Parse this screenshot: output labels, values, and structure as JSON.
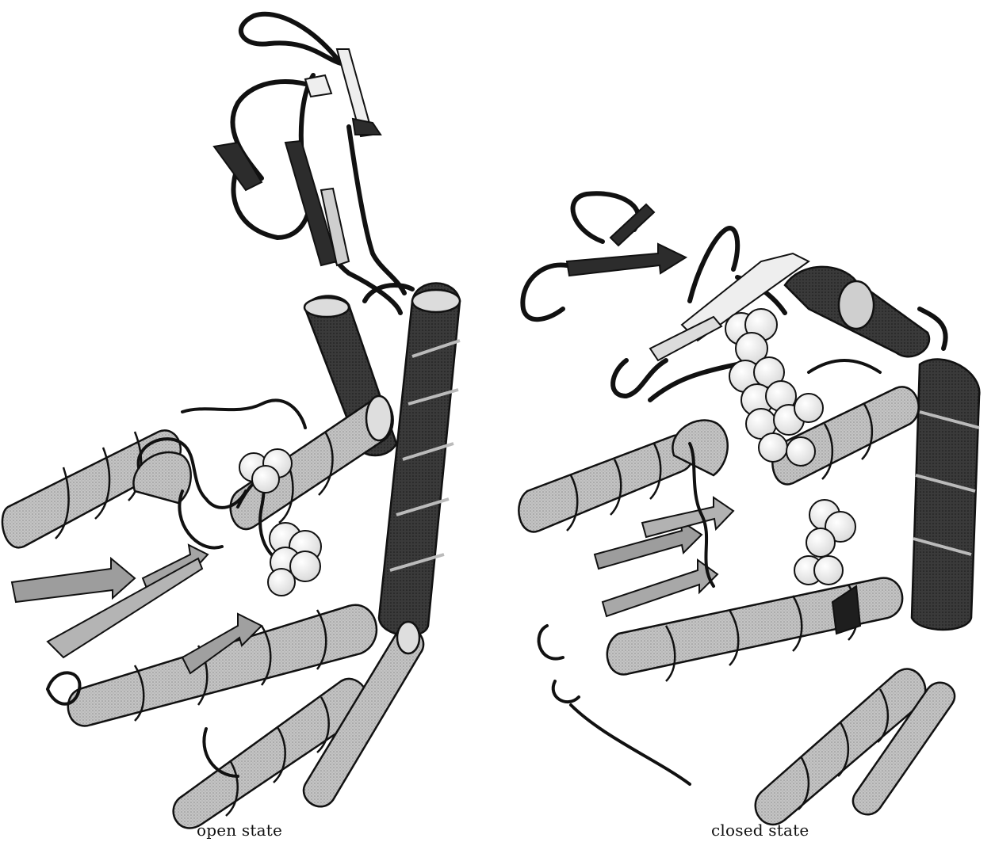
{
  "figure": {
    "panels": [
      {
        "id": "open",
        "caption": "open state"
      },
      {
        "id": "closed",
        "caption": "closed state"
      }
    ],
    "colors": {
      "helix_light": "#bdbdbd",
      "helix_dark": "#2c2c2c",
      "strand_light": "#a8a8a8",
      "strand_dark": "#333333",
      "loop": "#222222",
      "sphere": "#f4f4f4",
      "outline": "#111111"
    }
  }
}
